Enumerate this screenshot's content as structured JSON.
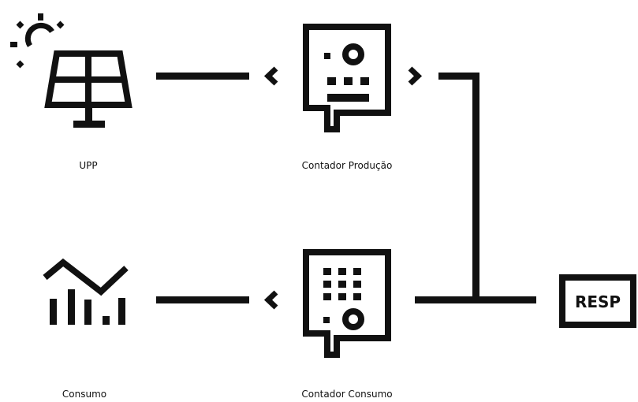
{
  "colors": {
    "stroke": "#111111",
    "background": "#ffffff"
  },
  "nodes": {
    "upp": {
      "label": "UPP",
      "icon": "solar-panel-icon"
    },
    "contador_producao": {
      "label": "Contador Produção",
      "icon": "production-meter-icon"
    },
    "consumo": {
      "label": "Consumo",
      "icon": "consumption-chart-icon"
    },
    "contador_consumo": {
      "label": "Contador Consumo",
      "icon": "consumption-meter-icon"
    },
    "resp": {
      "label": "RESP",
      "icon": "grid-box"
    }
  },
  "connections": [
    {
      "from": "contador_producao",
      "to": "upp",
      "arrow": "toward-upp"
    },
    {
      "from": "contador_producao",
      "to": "resp",
      "arrow": "toward-resp"
    },
    {
      "from": "resp",
      "to": "contador_consumo",
      "arrow": "none"
    },
    {
      "from": "contador_consumo",
      "to": "consumo",
      "arrow": "toward-consumo"
    }
  ]
}
